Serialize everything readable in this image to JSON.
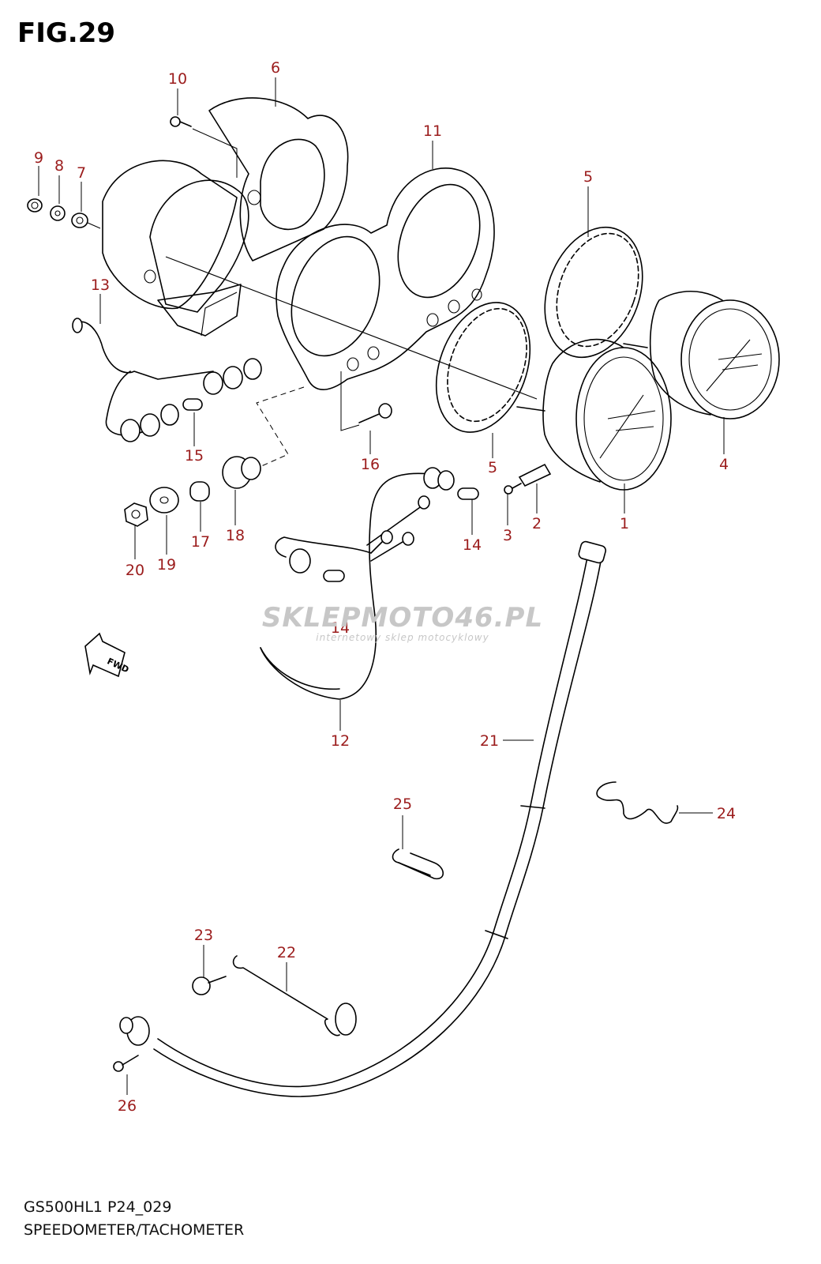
{
  "figure": {
    "title": "FIG.29",
    "model_code": "GS500HL1 P24_029",
    "caption": "SPEEDOMETER/TACHOMETER"
  },
  "watermark": {
    "brand": "SKLEPMOTO46.PL",
    "tagline": "internetowy sklep motocyklowy"
  },
  "fwd_marker": "FWD",
  "callouts": {
    "c1": "1",
    "c2": "2",
    "c3": "3",
    "c4": "4",
    "c5a": "5",
    "c5b": "5",
    "c6": "6",
    "c7": "7",
    "c8": "8",
    "c9": "9",
    "c10": "10",
    "c11": "11",
    "c12": "12",
    "c13": "13",
    "c14a": "14",
    "c14b": "14",
    "c15": "15",
    "c16": "16",
    "c17": "17",
    "c18": "18",
    "c19": "19",
    "c20": "20",
    "c21": "21",
    "c22": "22",
    "c23": "23",
    "c24": "24",
    "c25": "25",
    "c26": "26"
  },
  "colors": {
    "callout": "#9b1c1c",
    "line": "#000000",
    "watermark": "#c7c7c7"
  }
}
